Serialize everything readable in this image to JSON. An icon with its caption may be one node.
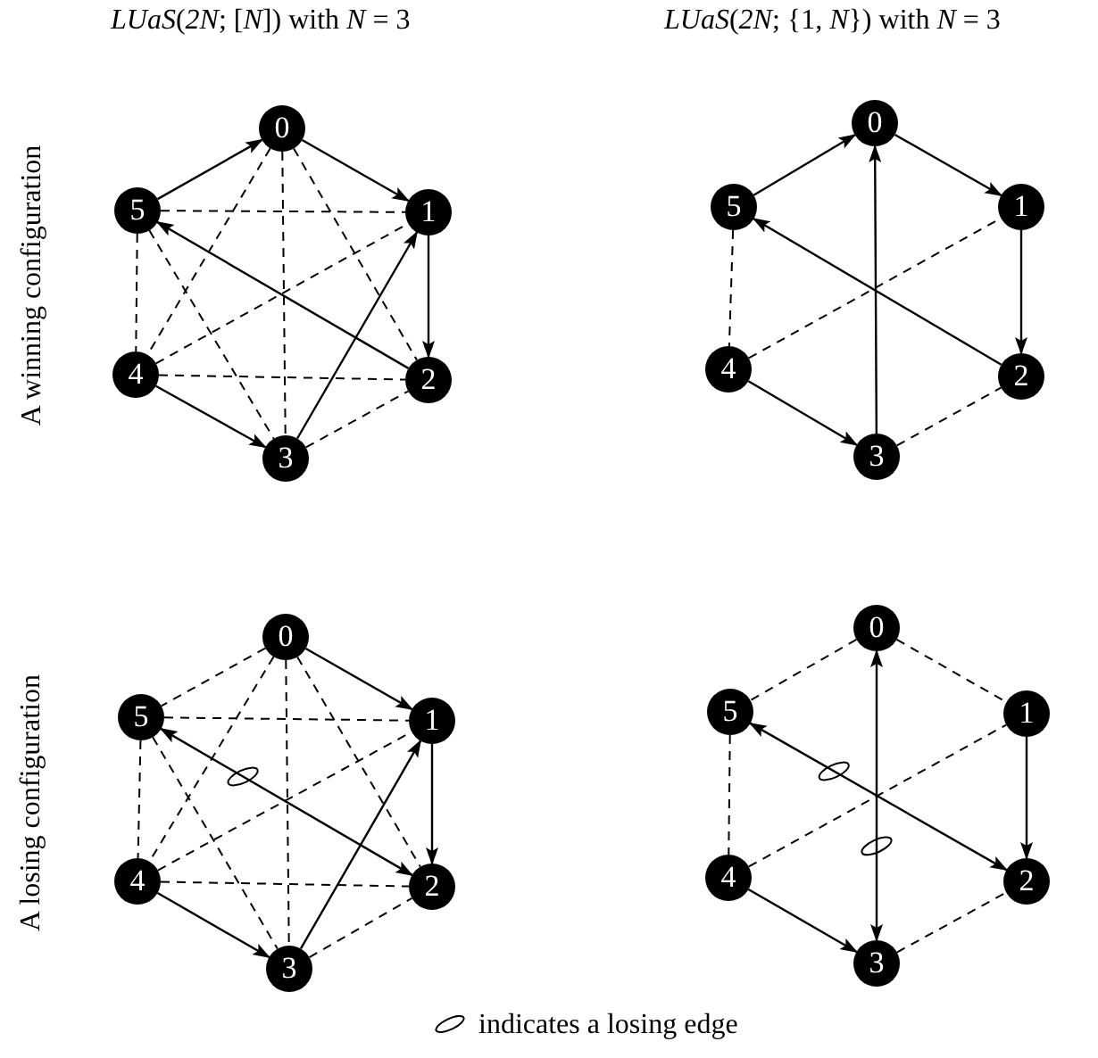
{
  "diagram": {
    "nodes": [
      {
        "text": [
          "0"
        ]
      },
      {
        "text": [
          "1"
        ]
      },
      {
        "text": [
          "2"
        ]
      },
      {
        "text": [
          "3"
        ]
      },
      {
        "text": [
          "4"
        ]
      },
      {
        "text": [
          "5"
        ]
      },
      {
        "text": [
          "0"
        ]
      },
      {
        "text": [
          "1"
        ]
      },
      {
        "text": [
          "2"
        ]
      },
      {
        "text": [
          "3"
        ]
      },
      {
        "text": [
          "4"
        ]
      },
      {
        "text": [
          "5"
        ]
      },
      {
        "text": [
          "0"
        ]
      },
      {
        "text": [
          "1"
        ]
      },
      {
        "text": [
          "2"
        ]
      },
      {
        "text": [
          "3"
        ]
      },
      {
        "text": [
          "4"
        ]
      },
      {
        "text": [
          "5"
        ]
      },
      {
        "text": [
          "0"
        ]
      },
      {
        "text": [
          "1"
        ]
      },
      {
        "text": [
          "2"
        ]
      },
      {
        "text": [
          "3"
        ]
      },
      {
        "text": [
          "4"
        ]
      },
      {
        "text": [
          "5"
        ]
      }
    ],
    "edges": [
      {
        "from": 5,
        "to": 0,
        "arrow": "to"
      },
      {
        "from": 0,
        "to": 1,
        "arrow": "to"
      },
      {
        "from": 1,
        "to": 2,
        "arrow": "to"
      },
      {
        "from": 2,
        "to": 5,
        "arrow": "to"
      },
      {
        "from": 4,
        "to": 3,
        "arrow": "to"
      },
      {
        "from": 3,
        "to": 1,
        "arrow": "to"
      },
      {
        "from": 0,
        "to": 2,
        "arrow": "none",
        "style": "dashed"
      },
      {
        "from": 0,
        "to": 3,
        "arrow": "none",
        "style": "dashed"
      },
      {
        "from": 0,
        "to": 4,
        "arrow": "none",
        "style": "dashed"
      },
      {
        "from": 5,
        "to": 1,
        "arrow": "none",
        "style": "dashed"
      },
      {
        "from": 5,
        "to": 3,
        "arrow": "none",
        "style": "dashed"
      },
      {
        "from": 5,
        "to": 4,
        "arrow": "none",
        "style": "dashed"
      },
      {
        "from": 4,
        "to": 1,
        "arrow": "none",
        "style": "dashed"
      },
      {
        "from": 4,
        "to": 2,
        "arrow": "none",
        "style": "dashed"
      },
      {
        "from": 3,
        "to": 2,
        "arrow": "none",
        "style": "dashed"
      },
      {
        "from": 11,
        "to": 6,
        "arrow": "to"
      },
      {
        "from": 6,
        "to": 7,
        "arrow": "to"
      },
      {
        "from": 7,
        "to": 8,
        "arrow": "to"
      },
      {
        "from": 8,
        "to": 11,
        "arrow": "to"
      },
      {
        "from": 10,
        "to": 9,
        "arrow": "to"
      },
      {
        "from": 9,
        "to": 6,
        "arrow": "to"
      },
      {
        "from": 11,
        "to": 10,
        "arrow": "none",
        "style": "dashed"
      },
      {
        "from": 10,
        "to": 7,
        "arrow": "none",
        "style": "dashed"
      },
      {
        "from": 9,
        "to": 8,
        "arrow": "none",
        "style": "dashed"
      },
      {
        "from": 12,
        "to": 13,
        "arrow": "to"
      },
      {
        "from": 13,
        "to": 14,
        "arrow": "to"
      },
      {
        "from": 17,
        "to": 14,
        "arrow": "both"
      },
      {
        "from": 16,
        "to": 15,
        "arrow": "to"
      },
      {
        "from": 15,
        "to": 13,
        "arrow": "to"
      },
      {
        "from": 12,
        "to": 17,
        "arrow": "none",
        "style": "dashed"
      },
      {
        "from": 12,
        "to": 14,
        "arrow": "none",
        "style": "dashed"
      },
      {
        "from": 12,
        "to": 15,
        "arrow": "none",
        "style": "dashed"
      },
      {
        "from": 12,
        "to": 16,
        "arrow": "none",
        "style": "dashed"
      },
      {
        "from": 17,
        "to": 13,
        "arrow": "none",
        "style": "dashed"
      },
      {
        "from": 17,
        "to": 15,
        "arrow": "none",
        "style": "dashed"
      },
      {
        "from": 17,
        "to": 16,
        "arrow": "none",
        "style": "dashed"
      },
      {
        "from": 16,
        "to": 13,
        "arrow": "none",
        "style": "dashed"
      },
      {
        "from": 16,
        "to": 14,
        "arrow": "none",
        "style": "dashed"
      },
      {
        "from": 15,
        "to": 14,
        "arrow": "none",
        "style": "dashed"
      },
      {
        "from": 21,
        "to": 18,
        "arrow": "both"
      },
      {
        "from": 23,
        "to": 20,
        "arrow": "both"
      },
      {
        "from": 19,
        "to": 20,
        "arrow": "to"
      },
      {
        "from": 22,
        "to": 21,
        "arrow": "to"
      },
      {
        "from": 18,
        "to": 23,
        "arrow": "none",
        "style": "dashed"
      },
      {
        "from": 18,
        "to": 19,
        "arrow": "none",
        "style": "dashed"
      },
      {
        "from": 23,
        "to": 22,
        "arrow": "none",
        "style": "dashed"
      },
      {
        "from": 22,
        "to": 19,
        "arrow": "none",
        "style": "dashed"
      },
      {
        "from": 21,
        "to": 20,
        "arrow": "none",
        "style": "dashed"
      }
    ],
    "labels": [
      "*LUaS*(*2N*; [*N*]) with *N* = 3",
      "*LUaS*(*2N*; {1, *N*}) with *N* = 3",
      "A winning configuration",
      "A losing configuration"
    ],
    "legend": [
      {
        "text": "indicates a losing edge"
      }
    ]
  }
}
